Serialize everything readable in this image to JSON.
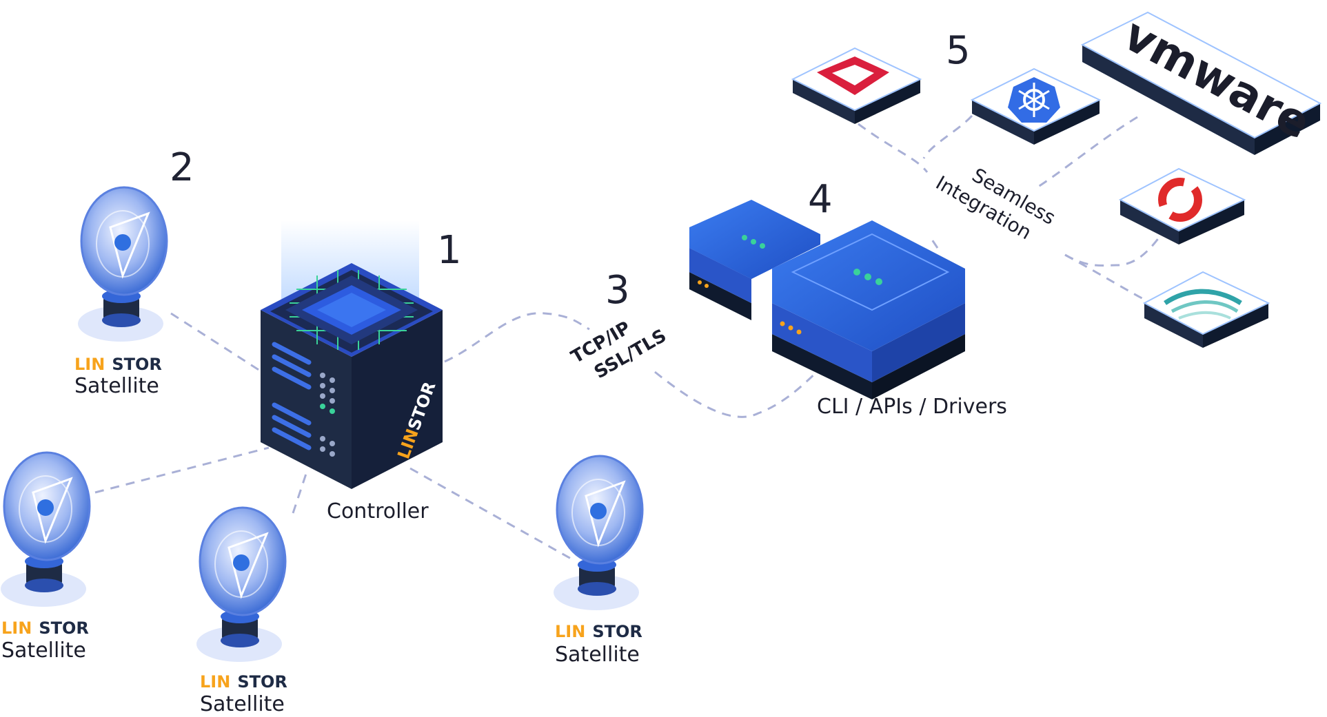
{
  "numbers": {
    "n1": "1",
    "n2": "2",
    "n3": "3",
    "n4": "4",
    "n5": "5"
  },
  "controller": {
    "label": "Controller",
    "logo_text": "LIN STOR"
  },
  "satellites": [
    {
      "brand_a": "LIN",
      "brand_b": "STOR",
      "label": "Satellite"
    },
    {
      "brand_a": "LIN",
      "brand_b": "STOR",
      "label": "Satellite"
    },
    {
      "brand_a": "LIN",
      "brand_b": "STOR",
      "label": "Satellite"
    },
    {
      "brand_a": "LIN",
      "brand_b": "STOR",
      "label": "Satellite"
    }
  ],
  "protocol": {
    "line1": "TCP/IP",
    "line2": "SSL/TLS"
  },
  "interfaces": {
    "label": "CLI / APIs / Drivers"
  },
  "integration": {
    "line1": "Seamless",
    "line2": "Integration"
  },
  "platforms": [
    {
      "name": "openstack-icon"
    },
    {
      "name": "kubernetes-icon"
    },
    {
      "name": "vmware-logo",
      "text": "vmware"
    },
    {
      "name": "openshift-icon"
    },
    {
      "name": "cloudstack-icon"
    }
  ],
  "colors": {
    "brand_orange": "#f7a31c",
    "navy": "#1e2b45",
    "blue": "#2f6fe0",
    "dash": "#a9b0d6"
  }
}
